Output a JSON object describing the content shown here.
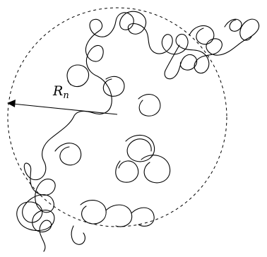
{
  "diagram": {
    "label_main": "R",
    "label_sub": "n",
    "boundary_style": "dashed",
    "stroke_color": "#000000"
  }
}
